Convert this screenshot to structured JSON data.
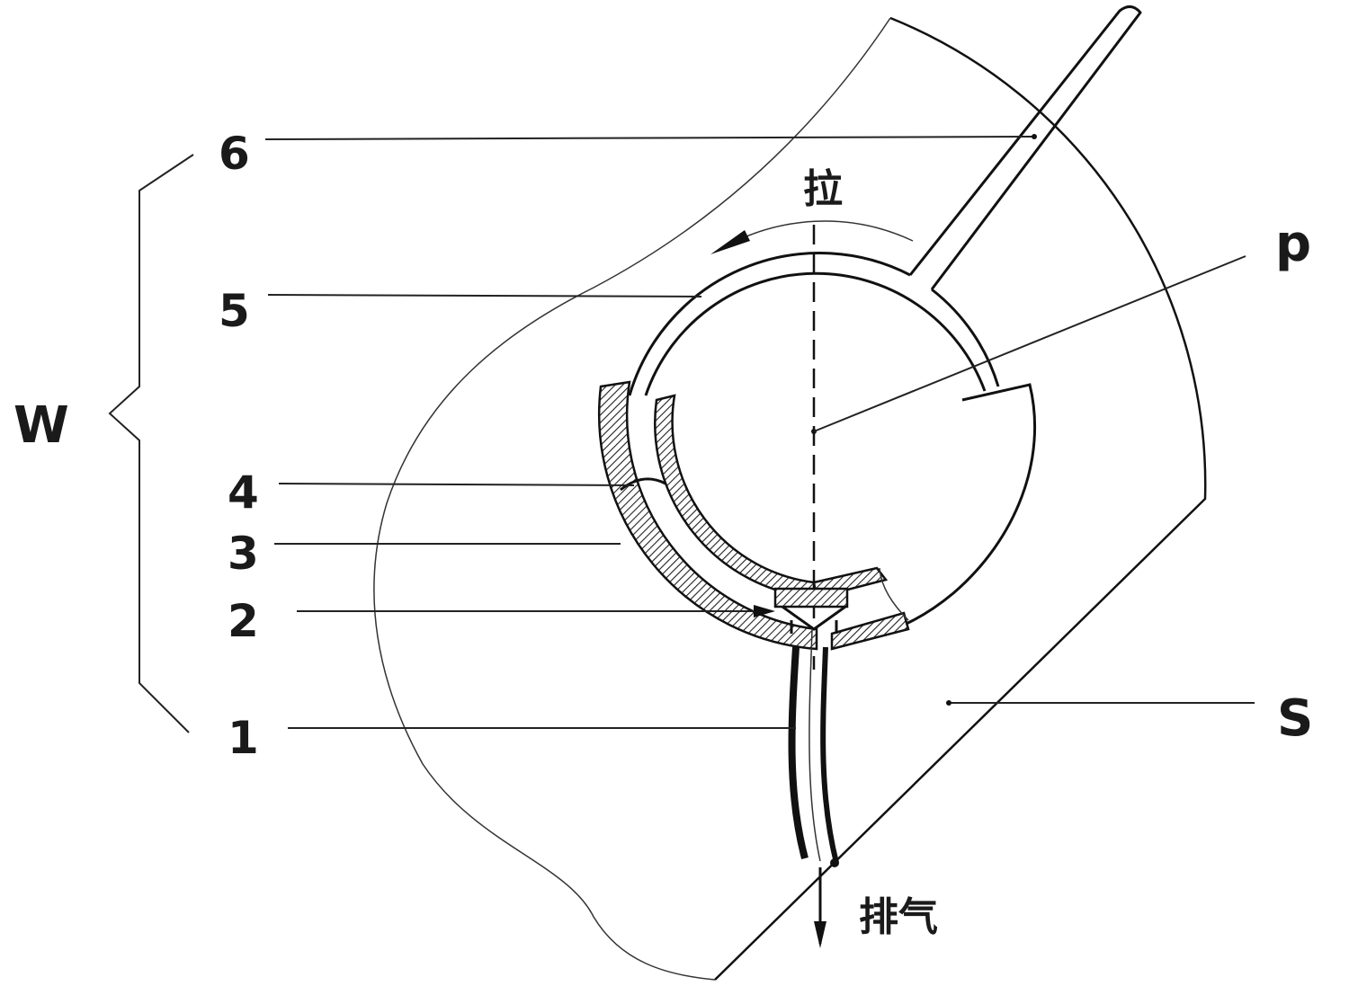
{
  "labels": {
    "part_6": "6",
    "part_5": "5",
    "part_4": "4",
    "part_3": "3",
    "part_2": "2",
    "part_1": "1",
    "group_w": "W",
    "point_p": "p",
    "region_s": "S",
    "pull": "拉",
    "exhaust": "排气"
  }
}
